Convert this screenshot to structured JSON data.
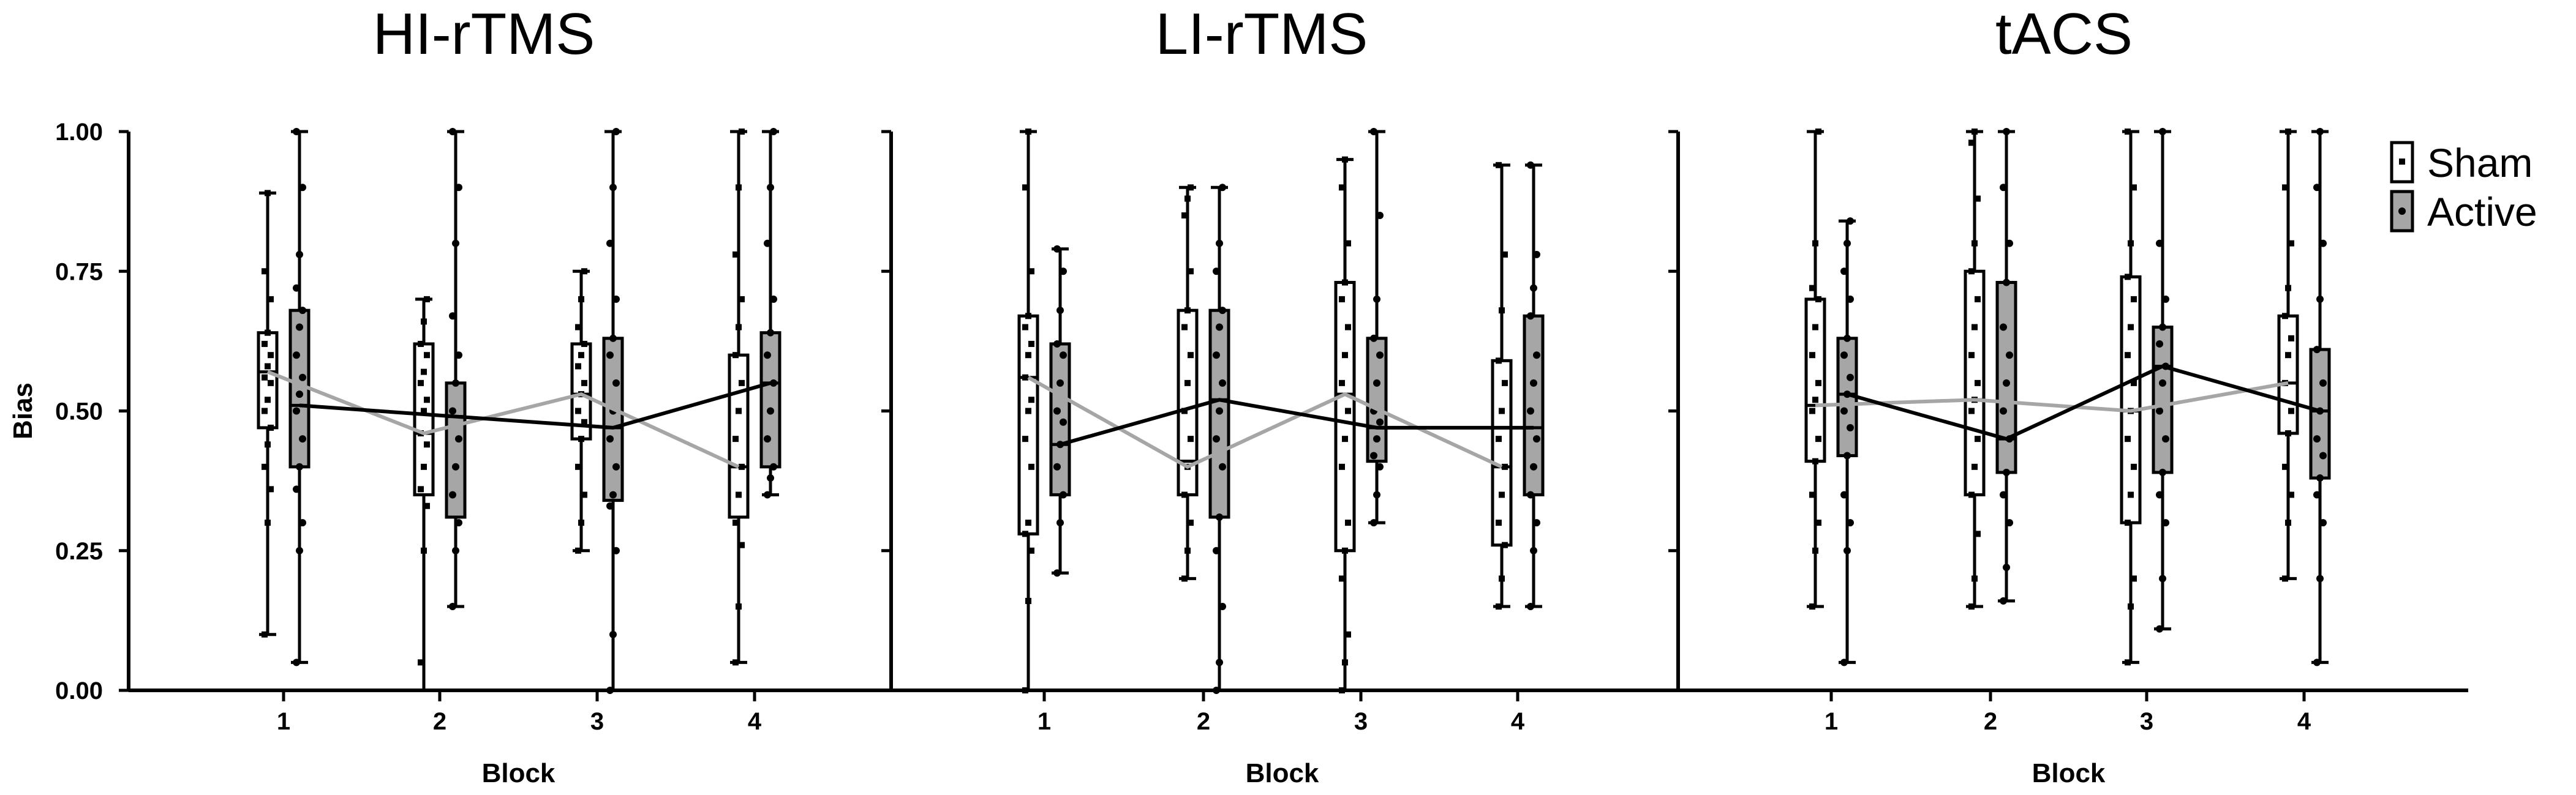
{
  "chart_data": {
    "type": "box",
    "ylabel": "Bias",
    "xlabel": "Block",
    "ylim": [
      0,
      1
    ],
    "yticks": [
      "0.00",
      "0.25",
      "0.50",
      "0.75",
      "1.00"
    ],
    "categories": [
      "1",
      "2",
      "3",
      "4"
    ],
    "legend": {
      "position": "top-right",
      "entries": [
        {
          "name": "Sham",
          "color": "#ffffff"
        },
        {
          "name": "Active",
          "color": "#a6a6a6"
        }
      ]
    },
    "line_colors": {
      "Sham": "#a6a6a6",
      "Active": "#000000"
    },
    "panels": [
      {
        "title": "HI-rTMS",
        "series": [
          {
            "name": "Sham",
            "boxes": [
              {
                "min": 0.1,
                "q1": 0.47,
                "median": 0.57,
                "q3": 0.64,
                "max": 0.89,
                "points": [
                  0.1,
                  0.3,
                  0.36,
                  0.4,
                  0.44,
                  0.47,
                  0.5,
                  0.52,
                  0.55,
                  0.56,
                  0.58,
                  0.6,
                  0.62,
                  0.64,
                  0.7,
                  0.75,
                  0.89
                ]
              },
              {
                "min": 0.0,
                "q1": 0.35,
                "median": 0.46,
                "q3": 0.62,
                "max": 0.7,
                "points": [
                  0.05,
                  0.25,
                  0.33,
                  0.36,
                  0.4,
                  0.44,
                  0.46,
                  0.5,
                  0.52,
                  0.55,
                  0.57,
                  0.6,
                  0.62,
                  0.66,
                  0.7
                ]
              },
              {
                "min": 0.25,
                "q1": 0.45,
                "median": 0.53,
                "q3": 0.62,
                "max": 0.75,
                "points": [
                  0.25,
                  0.3,
                  0.35,
                  0.4,
                  0.45,
                  0.48,
                  0.5,
                  0.53,
                  0.55,
                  0.58,
                  0.6,
                  0.62,
                  0.65,
                  0.7,
                  0.75
                ]
              },
              {
                "min": 0.05,
                "q1": 0.31,
                "median": 0.4,
                "q3": 0.6,
                "max": 1.0,
                "points": [
                  0.05,
                  0.15,
                  0.26,
                  0.3,
                  0.35,
                  0.4,
                  0.45,
                  0.5,
                  0.55,
                  0.6,
                  0.65,
                  0.7,
                  0.78,
                  0.9,
                  1.0
                ]
              }
            ],
            "mean": [
              0.57,
              0.46,
              0.53,
              0.4
            ]
          },
          {
            "name": "Active",
            "boxes": [
              {
                "min": 0.05,
                "q1": 0.4,
                "median": 0.51,
                "q3": 0.68,
                "max": 1.0,
                "points": [
                  0.05,
                  0.25,
                  0.3,
                  0.36,
                  0.4,
                  0.45,
                  0.5,
                  0.53,
                  0.56,
                  0.6,
                  0.65,
                  0.68,
                  0.72,
                  0.78,
                  0.9,
                  1.0
                ]
              },
              {
                "min": 0.15,
                "q1": 0.31,
                "median": 0.49,
                "q3": 0.55,
                "max": 1.0,
                "points": [
                  0.15,
                  0.25,
                  0.3,
                  0.35,
                  0.4,
                  0.45,
                  0.5,
                  0.55,
                  0.6,
                  0.67,
                  0.8,
                  0.9,
                  1.0
                ]
              },
              {
                "min": 0.0,
                "q1": 0.34,
                "median": 0.47,
                "q3": 0.63,
                "max": 1.0,
                "points": [
                  0.0,
                  0.1,
                  0.25,
                  0.33,
                  0.35,
                  0.4,
                  0.45,
                  0.5,
                  0.55,
                  0.6,
                  0.63,
                  0.7,
                  0.8,
                  0.9,
                  1.0
                ]
              },
              {
                "min": 0.35,
                "q1": 0.4,
                "median": 0.55,
                "q3": 0.64,
                "max": 1.0,
                "points": [
                  0.35,
                  0.38,
                  0.4,
                  0.45,
                  0.5,
                  0.55,
                  0.6,
                  0.64,
                  0.7,
                  0.8,
                  0.9,
                  1.0
                ]
              }
            ],
            "mean": [
              0.51,
              0.49,
              0.47,
              0.55
            ]
          }
        ]
      },
      {
        "title": "LI-rTMS",
        "series": [
          {
            "name": "Sham",
            "boxes": [
              {
                "min": 0.0,
                "q1": 0.28,
                "median": 0.56,
                "q3": 0.67,
                "max": 1.0,
                "points": [
                  0.0,
                  0.16,
                  0.25,
                  0.28,
                  0.3,
                  0.4,
                  0.45,
                  0.5,
                  0.52,
                  0.56,
                  0.6,
                  0.62,
                  0.65,
                  0.67,
                  0.75,
                  0.9,
                  1.0
                ]
              },
              {
                "min": 0.2,
                "q1": 0.35,
                "median": 0.41,
                "q3": 0.68,
                "max": 0.9,
                "points": [
                  0.2,
                  0.25,
                  0.3,
                  0.35,
                  0.4,
                  0.45,
                  0.5,
                  0.55,
                  0.6,
                  0.65,
                  0.68,
                  0.75,
                  0.85,
                  0.88,
                  0.9
                ]
              },
              {
                "min": 0.0,
                "q1": 0.25,
                "median": 0.53,
                "q3": 0.73,
                "max": 0.95,
                "points": [
                  0.0,
                  0.05,
                  0.1,
                  0.2,
                  0.25,
                  0.3,
                  0.4,
                  0.45,
                  0.5,
                  0.55,
                  0.6,
                  0.65,
                  0.7,
                  0.73,
                  0.8,
                  0.9,
                  0.95
                ]
              },
              {
                "min": 0.15,
                "q1": 0.26,
                "median": 0.4,
                "q3": 0.59,
                "max": 0.94,
                "points": [
                  0.15,
                  0.2,
                  0.26,
                  0.3,
                  0.35,
                  0.4,
                  0.45,
                  0.5,
                  0.55,
                  0.59,
                  0.68,
                  0.78,
                  0.94
                ]
              }
            ],
            "mean": [
              0.56,
              0.4,
              0.53,
              0.4
            ]
          },
          {
            "name": "Active",
            "boxes": [
              {
                "min": 0.21,
                "q1": 0.35,
                "median": 0.44,
                "q3": 0.62,
                "max": 0.79,
                "points": [
                  0.21,
                  0.3,
                  0.35,
                  0.4,
                  0.44,
                  0.48,
                  0.5,
                  0.55,
                  0.6,
                  0.62,
                  0.68,
                  0.75,
                  0.79
                ]
              },
              {
                "min": 0.0,
                "q1": 0.31,
                "median": 0.52,
                "q3": 0.68,
                "max": 0.9,
                "points": [
                  0.0,
                  0.05,
                  0.15,
                  0.25,
                  0.31,
                  0.4,
                  0.45,
                  0.5,
                  0.55,
                  0.6,
                  0.65,
                  0.68,
                  0.75,
                  0.8,
                  0.9
                ]
              },
              {
                "min": 0.3,
                "q1": 0.41,
                "median": 0.47,
                "q3": 0.63,
                "max": 1.0,
                "points": [
                  0.3,
                  0.35,
                  0.4,
                  0.42,
                  0.45,
                  0.48,
                  0.5,
                  0.55,
                  0.6,
                  0.63,
                  0.7,
                  0.85,
                  1.0
                ]
              },
              {
                "min": 0.15,
                "q1": 0.35,
                "median": 0.47,
                "q3": 0.67,
                "max": 0.94,
                "points": [
                  0.15,
                  0.25,
                  0.3,
                  0.35,
                  0.4,
                  0.45,
                  0.5,
                  0.55,
                  0.6,
                  0.67,
                  0.72,
                  0.78,
                  0.94
                ]
              }
            ],
            "mean": [
              0.44,
              0.52,
              0.47,
              0.47
            ]
          }
        ]
      },
      {
        "title": "tACS",
        "series": [
          {
            "name": "Sham",
            "boxes": [
              {
                "min": 0.15,
                "q1": 0.41,
                "median": 0.51,
                "q3": 0.7,
                "max": 1.0,
                "points": [
                  0.15,
                  0.25,
                  0.3,
                  0.35,
                  0.41,
                  0.45,
                  0.5,
                  0.52,
                  0.55,
                  0.6,
                  0.65,
                  0.7,
                  0.72,
                  0.8,
                  1.0
                ]
              },
              {
                "min": 0.15,
                "q1": 0.35,
                "median": 0.52,
                "q3": 0.75,
                "max": 1.0,
                "points": [
                  0.15,
                  0.2,
                  0.28,
                  0.35,
                  0.4,
                  0.45,
                  0.5,
                  0.52,
                  0.55,
                  0.6,
                  0.65,
                  0.7,
                  0.75,
                  0.8,
                  0.88,
                  0.98,
                  1.0
                ]
              },
              {
                "min": 0.05,
                "q1": 0.3,
                "median": 0.5,
                "q3": 0.74,
                "max": 1.0,
                "points": [
                  0.05,
                  0.15,
                  0.2,
                  0.3,
                  0.35,
                  0.4,
                  0.45,
                  0.5,
                  0.55,
                  0.6,
                  0.65,
                  0.7,
                  0.74,
                  0.8,
                  0.9,
                  1.0
                ]
              },
              {
                "min": 0.2,
                "q1": 0.46,
                "median": 0.55,
                "q3": 0.67,
                "max": 1.0,
                "points": [
                  0.2,
                  0.3,
                  0.35,
                  0.4,
                  0.46,
                  0.5,
                  0.55,
                  0.6,
                  0.63,
                  0.67,
                  0.72,
                  0.8,
                  0.9,
                  1.0
                ]
              }
            ],
            "mean": [
              0.51,
              0.52,
              0.5,
              0.55
            ]
          },
          {
            "name": "Active",
            "boxes": [
              {
                "min": 0.05,
                "q1": 0.42,
                "median": 0.53,
                "q3": 0.63,
                "max": 0.84,
                "points": [
                  0.05,
                  0.25,
                  0.3,
                  0.35,
                  0.42,
                  0.47,
                  0.5,
                  0.53,
                  0.56,
                  0.6,
                  0.63,
                  0.7,
                  0.75,
                  0.8,
                  0.84
                ]
              },
              {
                "min": 0.16,
                "q1": 0.39,
                "median": 0.45,
                "q3": 0.73,
                "max": 1.0,
                "points": [
                  0.16,
                  0.22,
                  0.3,
                  0.35,
                  0.39,
                  0.45,
                  0.5,
                  0.55,
                  0.6,
                  0.65,
                  0.73,
                  0.8,
                  0.9,
                  1.0
                ]
              },
              {
                "min": 0.11,
                "q1": 0.39,
                "median": 0.58,
                "q3": 0.65,
                "max": 1.0,
                "points": [
                  0.11,
                  0.2,
                  0.3,
                  0.35,
                  0.39,
                  0.45,
                  0.5,
                  0.55,
                  0.58,
                  0.62,
                  0.65,
                  0.7,
                  0.8,
                  1.0
                ]
              },
              {
                "min": 0.05,
                "q1": 0.38,
                "median": 0.5,
                "q3": 0.61,
                "max": 1.0,
                "points": [
                  0.05,
                  0.2,
                  0.3,
                  0.35,
                  0.38,
                  0.42,
                  0.45,
                  0.5,
                  0.55,
                  0.61,
                  0.7,
                  0.8,
                  0.9,
                  1.0
                ]
              }
            ],
            "mean": [
              0.53,
              0.45,
              0.58,
              0.5
            ]
          }
        ]
      }
    ]
  }
}
